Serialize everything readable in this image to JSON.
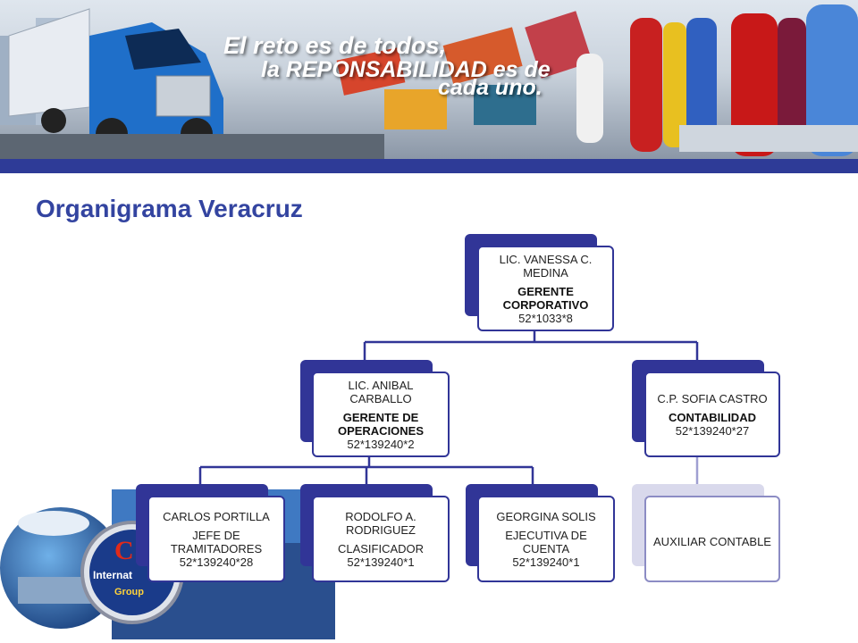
{
  "banner": {
    "slogan_line1": "El reto es de todos,",
    "slogan_line2": "la REPONSABILIDAD es de",
    "slogan_line3": "cada uno."
  },
  "page_title": "Organigrama Veracruz",
  "org": {
    "top": {
      "name": "LIC. VANESSA C. MEDINA",
      "role": "GERENTE CORPORATIVO",
      "phone": "52*1033*8"
    },
    "operations": {
      "name": "LIC. ANIBAL CARBALLO",
      "role": "GERENTE DE OPERACIONES",
      "phone": "52*139240*2"
    },
    "accounting": {
      "name": "C.P. SOFIA CASTRO",
      "role": "CONTABILIDAD",
      "phone": "52*139240*27"
    },
    "tramitadores": {
      "name": "CARLOS PORTILLA",
      "role": "JEFE DE TRAMITADORES",
      "phone": "52*139240*28"
    },
    "clasificador": {
      "name": "RODOLFO A. RODRIGUEZ",
      "role": "CLASIFICADOR",
      "phone": "52*139240*1"
    },
    "ejecutiva": {
      "name": "GEORGINA SOLIS",
      "role": "EJECUTIVA DE CUENTA",
      "phone": "52*139240*1"
    },
    "auxiliar": {
      "role": "AUXILIAR CONTABLE"
    }
  },
  "colors": {
    "accent": "#313597",
    "title": "#3344a0",
    "stripe": "#2e3b97"
  },
  "logo": {
    "letter": "C",
    "text1": "Internat",
    "text2": "Group"
  }
}
